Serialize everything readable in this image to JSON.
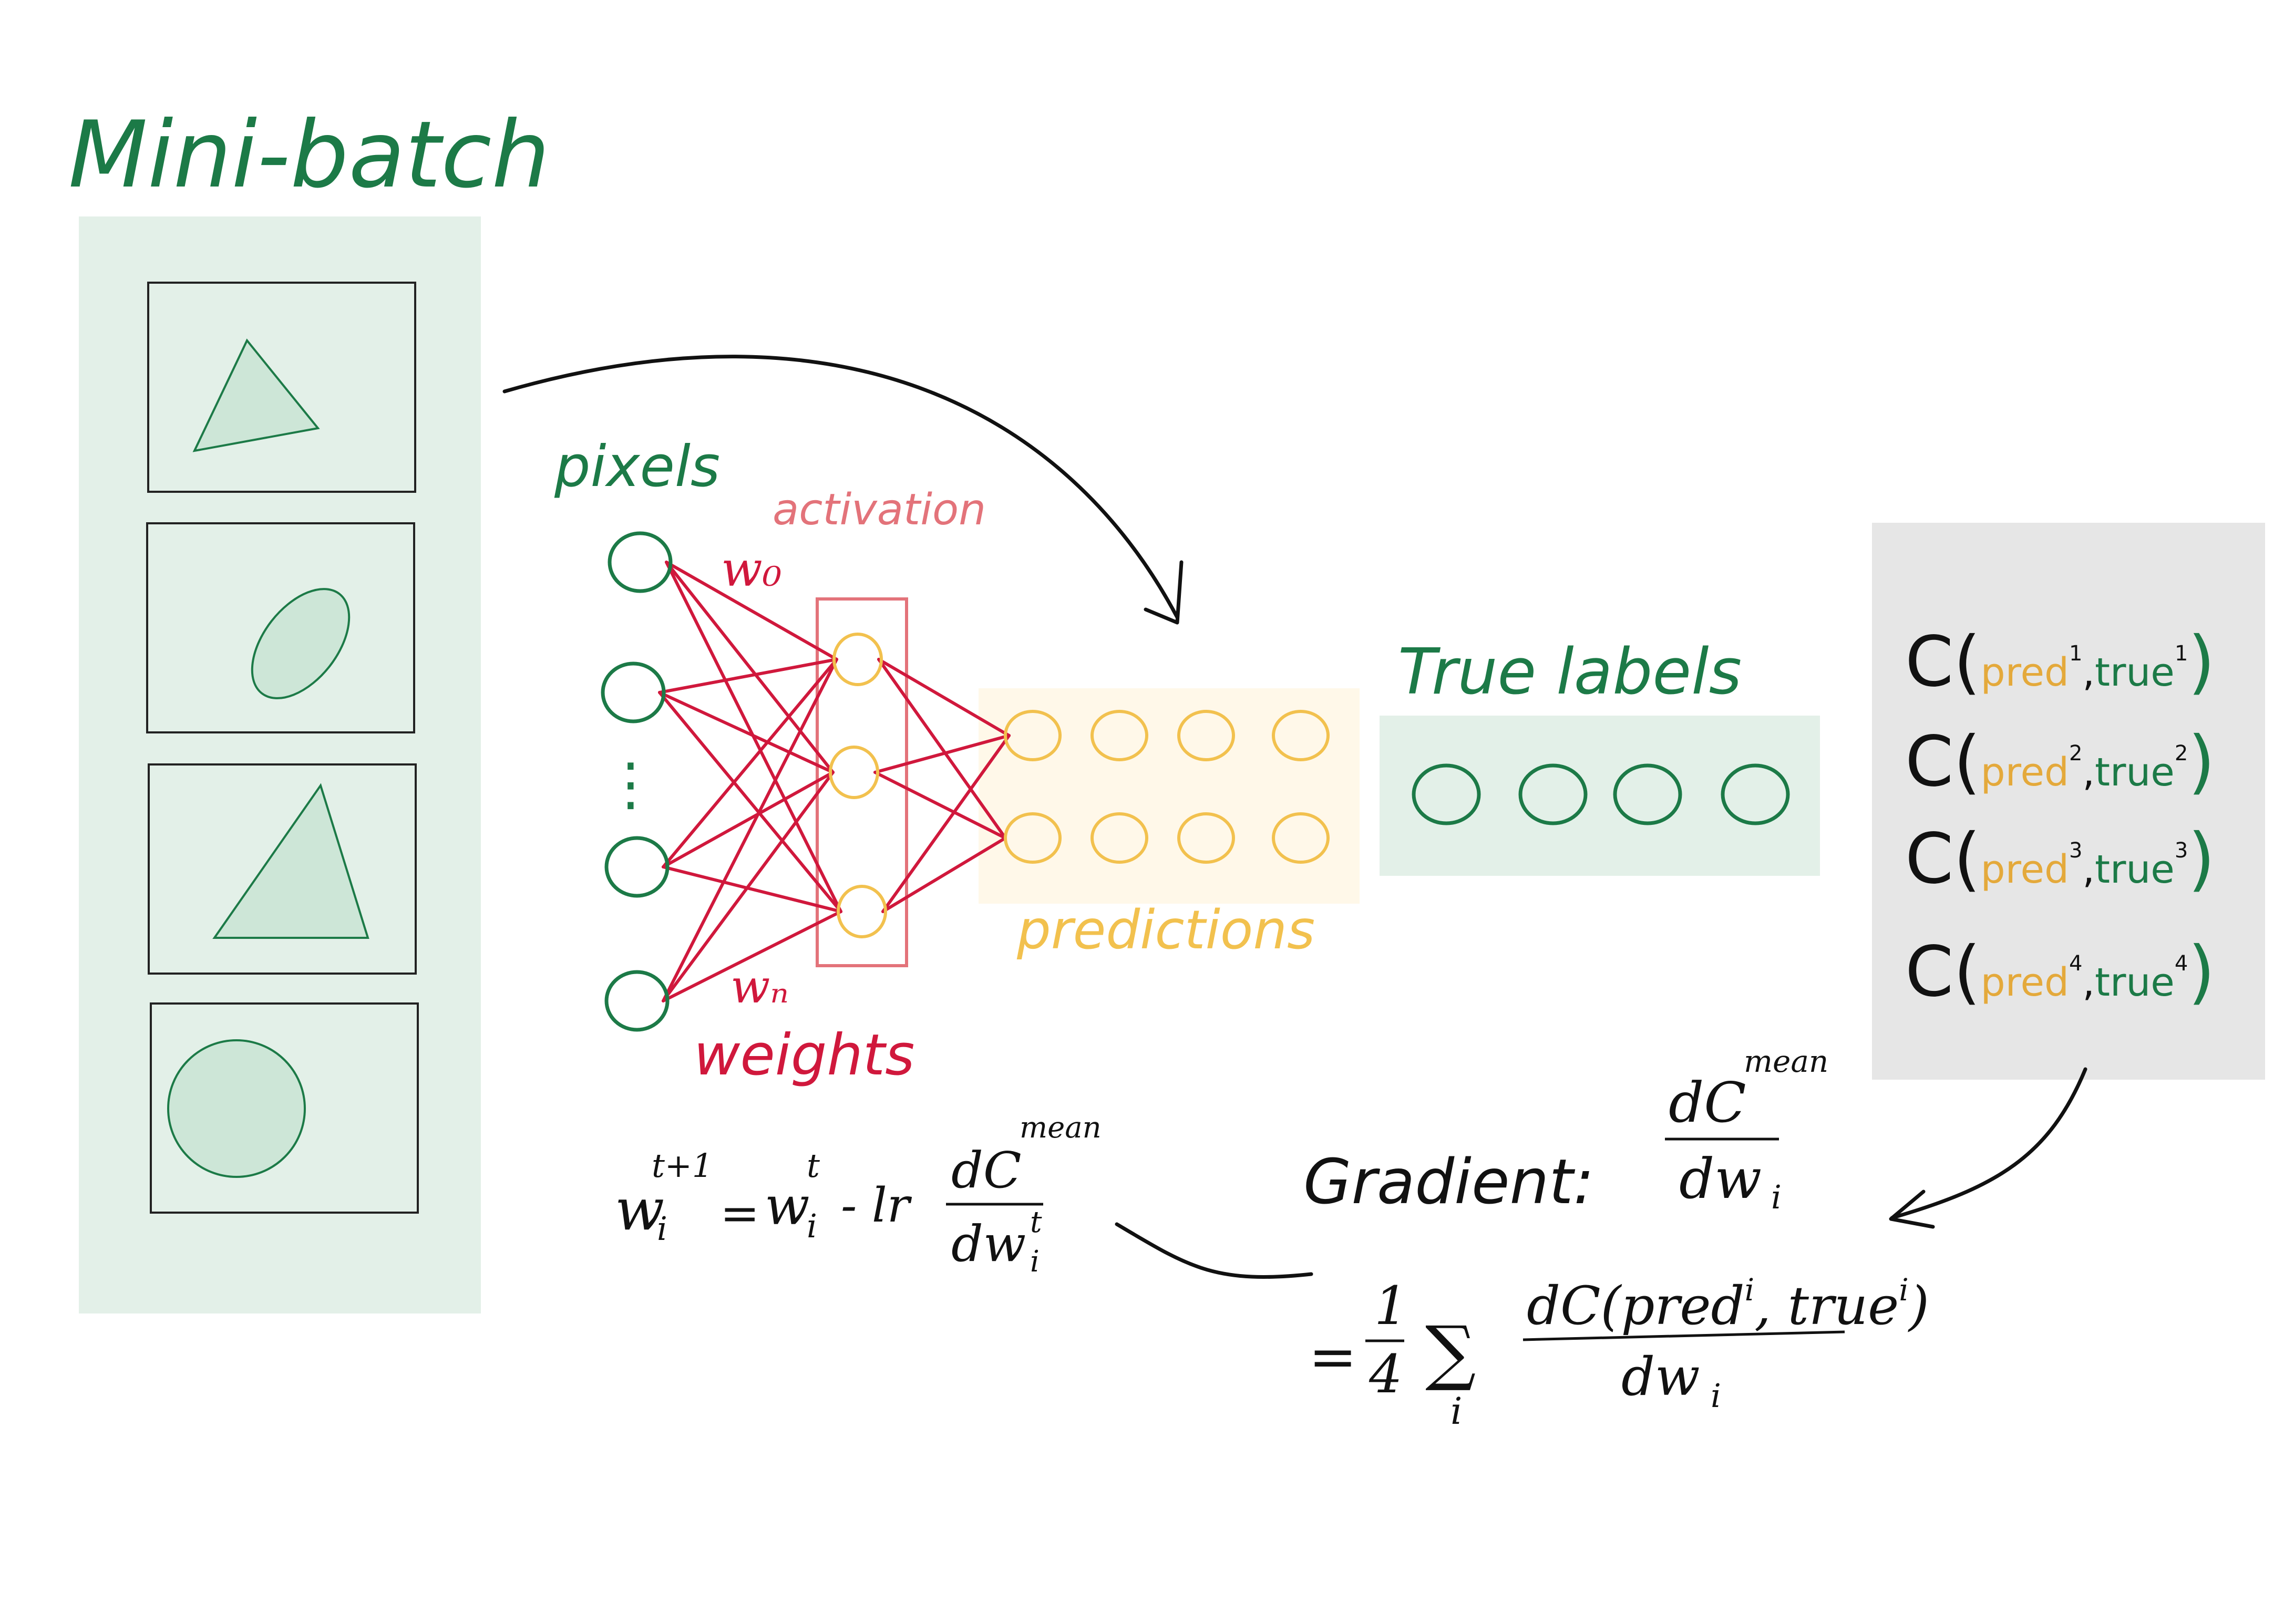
{
  "colors": {
    "green": "#1c7a47",
    "green_fill": "#e3f0e8",
    "shape_fill": "#cde6d7",
    "red": "#d0183c",
    "pink": "#e3737a",
    "orange": "#f2c14e",
    "orange_text": "#e4a93b",
    "orange_fill": "#fff8e9",
    "gray_fill": "#e6e6e6",
    "ink": "#111111"
  },
  "minibatch": {
    "title": "Mini-batch",
    "images": [
      {
        "shape": "triangle"
      },
      {
        "shape": "ellipse"
      },
      {
        "shape": "triangle"
      },
      {
        "shape": "circle"
      }
    ]
  },
  "network": {
    "pixels_label": "pixels",
    "ellipsis": "⋮",
    "activation_label": "activation",
    "w0": "w₀",
    "wn": "wₙ",
    "weights_label": "weights",
    "input_nodes": 4,
    "hidden_nodes": 3,
    "output_nodes": 2
  },
  "predictions": {
    "label": "predictions",
    "rows": 2,
    "columns": 4
  },
  "true_labels": {
    "label": "True labels",
    "count": 4
  },
  "cost": {
    "items": [
      {
        "c": "C(",
        "pred": "pred",
        "i": "1",
        "comma": ",",
        "true": "true",
        "j": "1",
        "close": ")"
      },
      {
        "c": "C(",
        "pred": "pred",
        "i": "2",
        "comma": ",",
        "true": "true",
        "j": "2",
        "close": ")"
      },
      {
        "c": "C(",
        "pred": "pred",
        "i": "3",
        "comma": ",",
        "true": "true",
        "j": "3",
        "close": ")"
      },
      {
        "c": "C(",
        "pred": "pred",
        "i": "4",
        "comma": ",",
        "true": "true",
        "j": "4",
        "close": ")"
      }
    ]
  },
  "gradient": {
    "label": "Gradient:",
    "num": "dC",
    "num_sup": "mean",
    "den": "dw",
    "den_sub": "i",
    "eq": "=",
    "quarter_num": "1",
    "quarter_den": "4",
    "sum": "∑",
    "sum_sub": "i",
    "term_num": "dC(pred",
    "term_sup1": "i",
    "term_mid": ", true",
    "term_sup2": "i",
    "term_close": ")",
    "term_den": "dw",
    "term_den_sub": "i"
  },
  "update": {
    "w": "w",
    "sub_i": "i",
    "sup_t1": "t+1",
    "eq": "=",
    "w2": "w",
    "sub_i2": "i",
    "sup_t": "t",
    "minus_lr": "- lr",
    "num": "dC",
    "num_sup": "mean",
    "den": "dw",
    "den_sub": "i",
    "den_sup": "t"
  }
}
